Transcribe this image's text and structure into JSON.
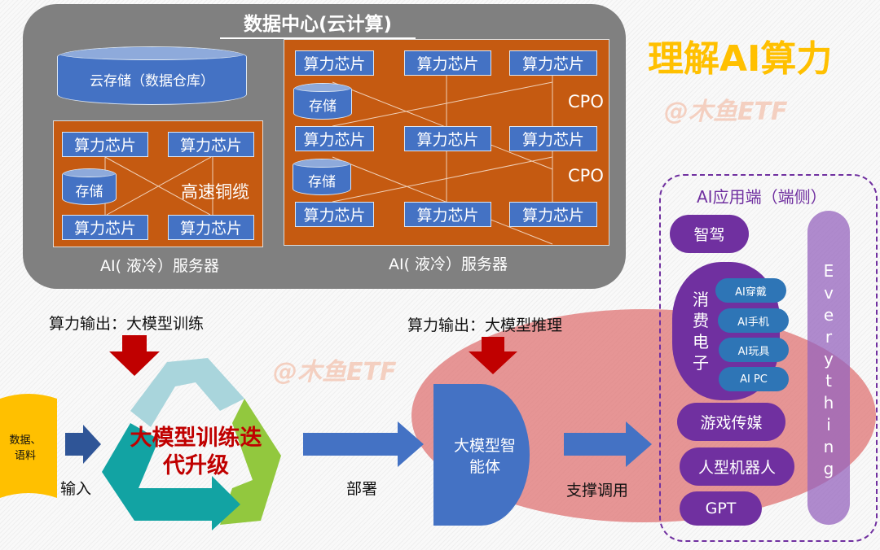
{
  "title": "理解AI算力",
  "watermark": "@木鱼ETF",
  "datacenter": {
    "title": "数据中心(云计算)",
    "cloud_storage": "云存储（数据仓库）",
    "chip": "算力芯片",
    "storage": "存储",
    "cable": "高速铜缆",
    "cpo": "CPO",
    "server_label": "AI( 液冷）服务器"
  },
  "flow": {
    "output_training": "算力输出：大模型训练",
    "output_inference": "算力输出：大模型推理",
    "data": "数据、语料",
    "input": "输入",
    "training": "大模型训练迭代升级",
    "deploy": "部署",
    "agent": "大模型智能体",
    "support": "支撑调用"
  },
  "apps": {
    "title": "AI应用端（端侧）",
    "autodrive": "智驾",
    "consumer": "消费电子",
    "consumer_items": [
      "AI穿戴",
      "AI手机",
      "AI玩具",
      "AI PC"
    ],
    "gaming": "游戏传媒",
    "robot": "人型机器人",
    "gpt": "GPT",
    "everything": "Everything"
  },
  "colors": {
    "accent": "#FFC000",
    "chip": "#4472c4",
    "server": "#c55a11",
    "app": "#7030a0",
    "arrow": "#c00000"
  }
}
